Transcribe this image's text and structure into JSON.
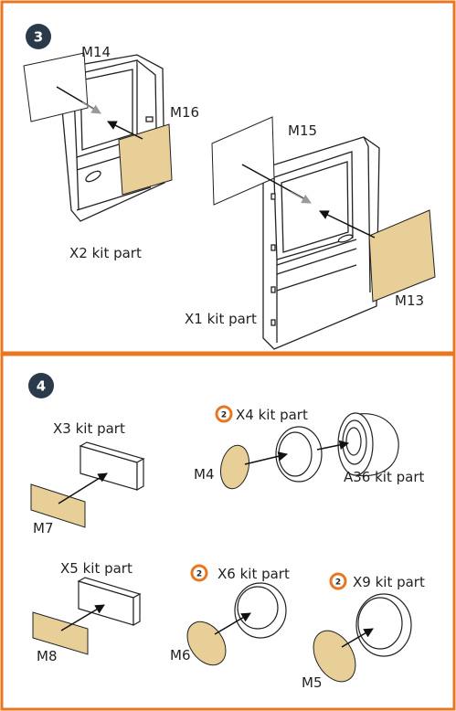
{
  "colors": {
    "frame": "#e87722",
    "step_badge": "#2b3a4a",
    "mask": "#e8cf98",
    "line": "#111111",
    "badge_ring": "#e87722"
  },
  "step3": {
    "number": "3",
    "labels": {
      "m14": "M14",
      "m16": "M16",
      "m15": "M15",
      "m13": "M13",
      "x2": "X2 kit part",
      "x1": "X1 kit part"
    }
  },
  "step4": {
    "number": "4",
    "labels": {
      "x3": "X3 kit part",
      "m7": "M7",
      "x4": "X4 kit part",
      "m4": "M4",
      "a36": "A36 kit part",
      "x5": "X5 kit part",
      "m8": "M8",
      "x6": "X6 kit part",
      "m6": "M6",
      "x9": "X9 kit part",
      "m5": "M5"
    },
    "badges": {
      "x4": "2",
      "x6": "2",
      "x9": "2"
    }
  },
  "icons": [
    "step-badge-icon",
    "side-warning-badge-icon",
    "arrow-icon"
  ]
}
